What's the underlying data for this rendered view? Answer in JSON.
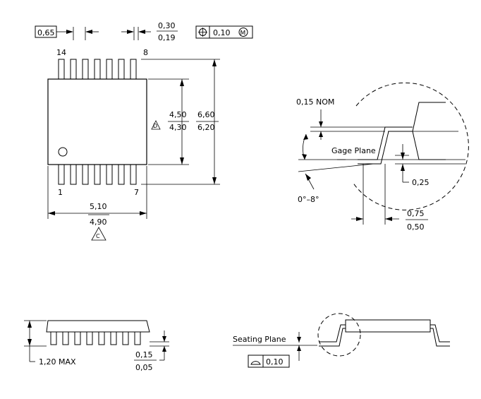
{
  "top_view": {
    "pin_pitch": "0,65",
    "lead_width_max": "0,30",
    "lead_width_min": "0,19",
    "position_tolerance": "0,10",
    "mmc_symbol": "M",
    "pin14": "14",
    "pin8": "8",
    "pin1": "1",
    "pin7": "7",
    "body_width_max": "4,50",
    "body_width_min": "4,30",
    "note_d": "D",
    "overall_width_max": "6,60",
    "overall_width_min": "6,20",
    "body_length_max": "5,10",
    "body_length_min": "4,90",
    "note_c": "C"
  },
  "detail": {
    "lead_thickness": "0,15 NOM",
    "gage_plane": "Gage Plane",
    "gage_height": "0,25",
    "lead_angle": "0°–8°",
    "foot_length_max": "0,75",
    "foot_length_min": "0,50"
  },
  "side_view": {
    "height_max": "1,20 MAX",
    "standoff_max": "0,15",
    "standoff_min": "0,05",
    "seating_plane": "Seating Plane",
    "coplanarity": "0,10"
  }
}
